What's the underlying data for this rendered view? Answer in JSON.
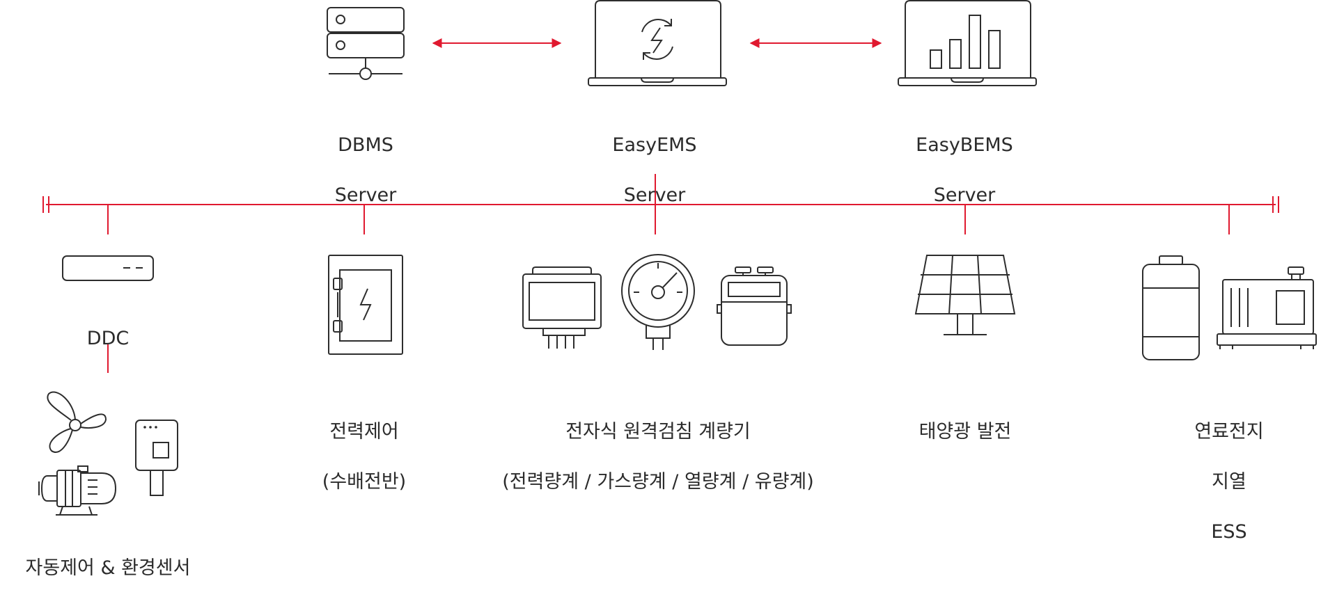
{
  "colors": {
    "accent": "#e0192f",
    "stroke": "#2d2d2d",
    "background": "#ffffff"
  },
  "servers": [
    {
      "id": "dbms",
      "icon": "database-server-icon",
      "line1": "DBMS",
      "line2": "Server"
    },
    {
      "id": "easyems",
      "icon": "laptop-energy-sync-icon",
      "line1": "EasyEMS",
      "line2": "Server"
    },
    {
      "id": "easybems",
      "icon": "laptop-bar-chart-icon",
      "line1": "EasyBEMS",
      "line2": "Server"
    }
  ],
  "devices": {
    "ddc": {
      "label": "DDC",
      "icon": "ddc-controller-icon"
    },
    "auto_control": {
      "label": "자동제어 & 환경센서",
      "icons": [
        "fan-icon",
        "motor-pump-icon",
        "environment-sensor-icon"
      ]
    },
    "power_control": {
      "line1": "전력제어",
      "line2": "(수배전반)",
      "icon": "power-panel-icon"
    },
    "meters": {
      "line1": "전자식 원격검침 계량기",
      "line2": "(전력량계 / 가스량계 / 열량계 / 유량계)",
      "icons": [
        "power-meter-icon",
        "gauge-meter-icon",
        "gas-meter-icon"
      ]
    },
    "solar": {
      "label": "태양광 발전",
      "icon": "solar-panel-icon"
    },
    "fuel": {
      "line1": "연료전지",
      "line2": "지열",
      "line3": "ESS",
      "icons": [
        "battery-icon",
        "generator-icon"
      ]
    }
  }
}
